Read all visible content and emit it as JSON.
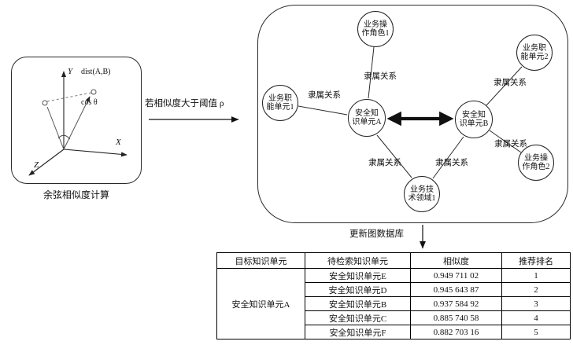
{
  "left_panel": {
    "caption": "余弦相似度计算",
    "y_label": "Y",
    "x_label": "X",
    "z_label": "Z",
    "dist_label": "dist(A,B)",
    "cos_label": "cos θ"
  },
  "transition": {
    "condition_label": "若相似度大于阈值 ρ"
  },
  "graph": {
    "edge_label": "隶属关系",
    "nodes": [
      {
        "id": "business-role-1",
        "label": "业务操作角色1"
      },
      {
        "id": "business-func-2",
        "label": "业务职能单元2"
      },
      {
        "id": "business-func-1",
        "label": "业务职能单元1"
      },
      {
        "id": "knowledge-A",
        "label": "安全知识单元A"
      },
      {
        "id": "knowledge-B",
        "label": "安全知识单元B"
      },
      {
        "id": "business-role-2",
        "label": "业务操作角色2"
      },
      {
        "id": "tech-domain-1",
        "label": "业务技术领域1"
      }
    ]
  },
  "update_arrow": {
    "label": "更新图数据库"
  },
  "table": {
    "headers": [
      "目标知识单元",
      "待检索知识单元",
      "相似度",
      "推荐排名"
    ],
    "target_unit": "安全知识单元A",
    "rows": [
      {
        "unit": "安全知识单元E",
        "similarity": "0.949 711 02",
        "rank": "1"
      },
      {
        "unit": "安全知识单元D",
        "similarity": "0.945 643 87",
        "rank": "2"
      },
      {
        "unit": "安全知识单元B",
        "similarity": "0.937 584 92",
        "rank": "3"
      },
      {
        "unit": "安全知识单元C",
        "similarity": "0.885 740 58",
        "rank": "4"
      },
      {
        "unit": "安全知识单元F",
        "similarity": "0.882 703 16",
        "rank": "5"
      }
    ]
  },
  "colors": {
    "stroke": "#2a2a2a",
    "background": "#ffffff"
  }
}
